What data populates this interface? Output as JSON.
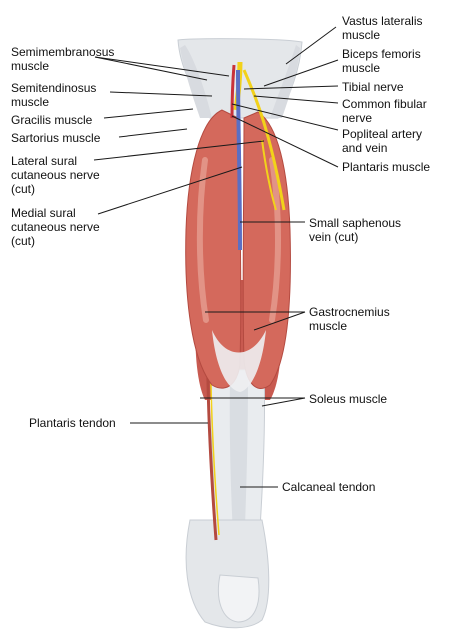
{
  "colors": {
    "muscle": "#d4695c",
    "muscle_light": "#e8a598",
    "muscle_dark": "#b44a40",
    "tendon": "#e9ecef",
    "tendon_shadow": "#c9ced4",
    "nerve": "#f2d21a",
    "vein": "#5b6fc4",
    "artery": "#c8323a",
    "leader_line": "#1a1a1a"
  },
  "labels": {
    "semimembranosus": [
      "Semimembranosus",
      "muscle"
    ],
    "semitendinosus": [
      "Semitendinosus",
      "muscle"
    ],
    "gracilis": [
      "Gracilis muscle"
    ],
    "sartorius": [
      "Sartorius muscle"
    ],
    "lateral_sural": [
      "Lateral sural",
      "cutaneous nerve",
      "(cut)"
    ],
    "medial_sural": [
      "Medial sural",
      "cutaneous nerve",
      "(cut)"
    ],
    "plantaris_tendon": [
      "Plantaris tendon"
    ],
    "vastus_lateralis": [
      "Vastus lateralis",
      "muscle"
    ],
    "biceps_femoris": [
      "Biceps femoris",
      "muscle"
    ],
    "tibial_nerve": [
      "Tibial nerve"
    ],
    "common_fibular": [
      "Common fibular",
      "nerve"
    ],
    "popliteal": [
      "Popliteal artery",
      "and vein"
    ],
    "plantaris_muscle": [
      "Plantaris muscle"
    ],
    "small_saphenous": [
      "Small saphenous",
      "vein (cut)"
    ],
    "gastrocnemius": [
      "Gastrocnemius",
      "muscle"
    ],
    "soleus": [
      "Soleus muscle"
    ],
    "calcaneal": [
      "Calcaneal tendon"
    ]
  }
}
